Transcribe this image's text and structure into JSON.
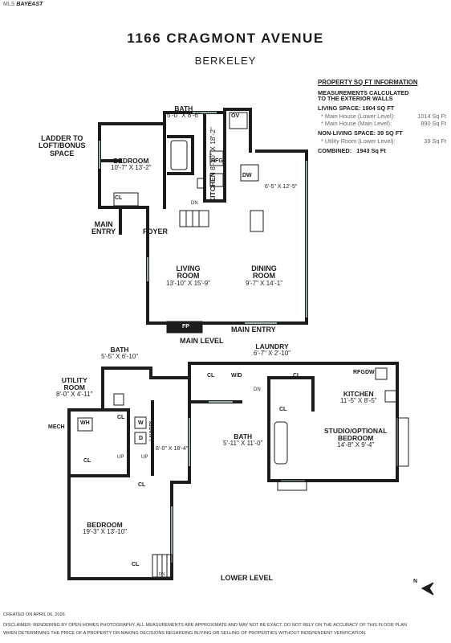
{
  "brand": {
    "prefix": "MLS",
    "name": "BAYEAST"
  },
  "header": {
    "address": "1166 CRAGMONT AVENUE",
    "city": "BERKELEY"
  },
  "sqft": {
    "heading": "PROPERTY SQ FT INFORMATION",
    "calc_line1": "MEASUREMENTS CALCULATED",
    "calc_line2": "TO THE EXTERIOR WALLS",
    "living": "LIVING SPACE: 1904 SQ FT",
    "living_rows": [
      {
        "label": "Main House (Lower Level):",
        "value": "1014 Sq Ft"
      },
      {
        "label": "Main House (Main Level):",
        "value": "890 Sq Ft"
      }
    ],
    "non_living": "NON-LIVING SPACE: 39 SQ FT",
    "non_living_rows": [
      {
        "label": "Utility Room (Lower Level):",
        "value": "39 Sq Ft"
      }
    ],
    "combined_label": "COMBINED:",
    "combined_value": "1943 Sq Ft"
  },
  "main_level": {
    "level_label": "MAIN LEVEL",
    "bath": {
      "name": "BATH",
      "dims": "5'-0\" X 8'-6\""
    },
    "ladder": {
      "line1": "LADDER TO",
      "line2": "LOFT/BONUS",
      "line3": "SPACE"
    },
    "bedroom": {
      "name": "BEDROOM",
      "dims": "10'-7\" X 13'-2\""
    },
    "kitchen": {
      "name": "KITCHEN",
      "dims": "8'-10\" X 18'-2\""
    },
    "dining_nook_dims": "6'-5\" X 12'-5\"",
    "main_entry": {
      "line1": "MAIN",
      "line2": "ENTRY"
    },
    "foyer": "FOYER",
    "living": {
      "line1": "LIVING",
      "line2": "ROOM",
      "dims": "13'-10\" X 15'-9\""
    },
    "dining": {
      "line1": "DINING",
      "line2": "ROOM",
      "dims": "9'-7\" X 14'-1\""
    },
    "main_entry_bottom": "MAIN ENTRY",
    "fp": "FP",
    "ov": "OV",
    "rfg": "RFG",
    "dw": "DW",
    "cl": "CL",
    "dn": "DN"
  },
  "lower_level": {
    "level_label": "LOWER LEVEL",
    "bath1": {
      "name": "BATH",
      "dims": "5'-5\" X 6'-10\""
    },
    "laundry": {
      "name": "LAUNDRY",
      "dims": "6'-7\" X 2'-10\""
    },
    "utility": {
      "line1": "UTILITY",
      "line2": "ROOM",
      "dims": "8'-0\" X 4'-11\""
    },
    "kitchen": {
      "name": "KITCHEN",
      "dims": "11'-5\" X 8'-5\""
    },
    "mech": "MECH",
    "hall_dims": "8'-0\" X 18'-4\"",
    "bath2": {
      "name": "BATH",
      "dims": "5'-11\" X 11'-0\""
    },
    "studio": {
      "line1": "STUDIO/OPTIONAL",
      "line2": "BEDROOM",
      "dims": "14'-8\" X 9'-4\""
    },
    "bedroom": {
      "name": "BEDROOM",
      "dims": "19'-3\" X 13'-10\""
    },
    "wh": "WH",
    "w": "W",
    "d": "D",
    "laundry_v": "LAUNDRY",
    "wd": "W/D",
    "rfg": "RFG",
    "dw": "DW",
    "cl": "CL",
    "up": "UP",
    "dn": "DN"
  },
  "footer": {
    "created": "CREATED ON APRIL 06, 2026",
    "disclaimer1": "DISCLAIMER: RENDERING BY OPEN HOMES PHOTOGRAPHY. ALL MEASUREMENTS ARE APPROXIMATE AND MAY NOT BE EXACT. DO NOT RELY ON THE ACCURACY OF THIS FLOOR PLAN",
    "disclaimer2": "WHEN DETERMINING THE PRICE OF A PROPERTY OR MAKING DECISIONS REGARDING BUYING OR SELLING OF PROPERTIES WITHOUT INDEPENDENT VERIFICATION."
  },
  "north": "N"
}
